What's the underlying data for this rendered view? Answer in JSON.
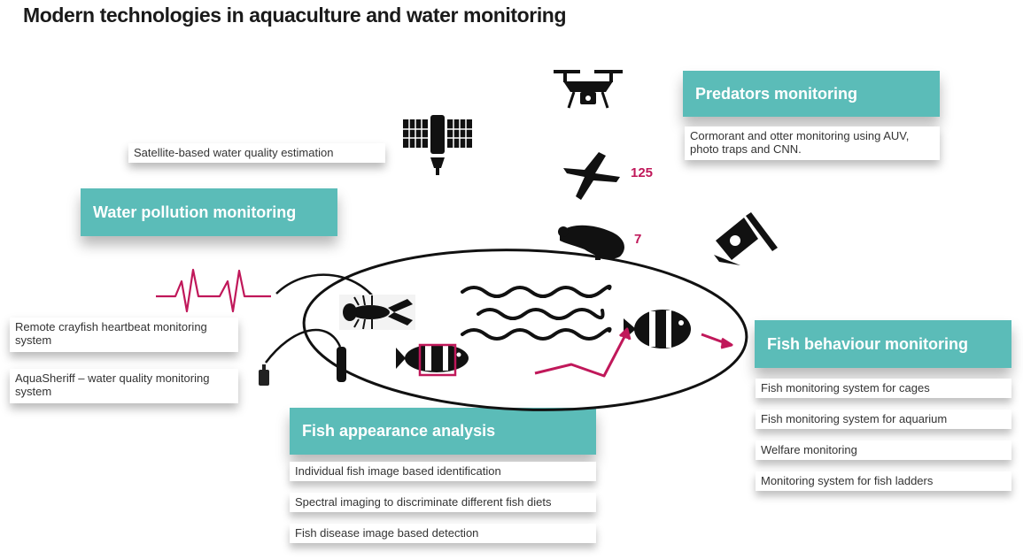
{
  "title": "Modern technologies in aquaculture and water monitoring",
  "predators": {
    "header": "Predators monitoring",
    "description": "Cormorant and otter monitoring using AUV, photo traps and CNN.",
    "cormorant_count": "125",
    "otter_count": "7"
  },
  "satellite": {
    "label": "Satellite-based water quality estimation"
  },
  "water_pollution": {
    "header": "Water pollution monitoring"
  },
  "crayfish": {
    "label": "Remote crayfish heartbeat monitoring system"
  },
  "aquasheriff": {
    "label": "AquaSheriff – water quality monitoring system"
  },
  "fish_appearance": {
    "header": "Fish appearance analysis",
    "items": [
      "Individual fish image based identification",
      "Spectral imaging to discriminate different fish diets",
      "Fish disease image based detection"
    ]
  },
  "fish_behaviour": {
    "header": "Fish behaviour monitoring",
    "items": [
      "Fish monitoring system for cages",
      "Fish monitoring system for aquarium",
      "Welfare monitoring",
      "Monitoring system for fish ladders"
    ]
  },
  "colors": {
    "teal": "#5bbcb8",
    "accent": "#c0185a",
    "ink": "#111111"
  },
  "icons": [
    "drone-icon",
    "satellite-icon",
    "cormorant-icon",
    "otter-icon",
    "photo-trap-icon",
    "heartbeat-icon",
    "crayfish-icon",
    "clownfish-icon",
    "sensor-icon",
    "waves-icon",
    "trajectory-arrow-icon"
  ]
}
